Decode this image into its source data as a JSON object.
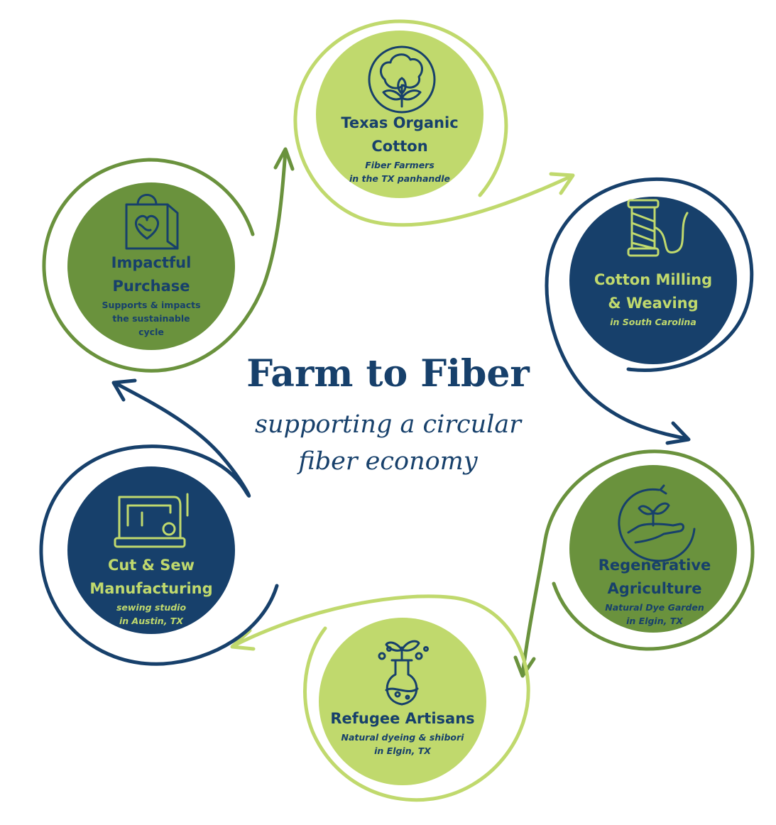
{
  "title": "Farm to Fiber",
  "subtitle_line1": "supporting a circular",
  "subtitle_line2": "fiber economy",
  "colors": {
    "navy": "#17406b",
    "green": "#6a923d",
    "light_green": "#c0d96d",
    "white": "#ffffff"
  },
  "nodes": [
    {
      "id": "cotton",
      "icon": "cotton-plant-icon",
      "title_line1": "Texas Organic",
      "title_line2": "Cotton",
      "sub_line1": "Fiber Farmers",
      "sub_line2": "in the TX panhandle"
    },
    {
      "id": "milling",
      "icon": "thread-spool-icon",
      "title_line1": "Cotton Milling",
      "title_line2": "& Weaving",
      "sub_line1": "in South Carolina",
      "sub_line2": ""
    },
    {
      "id": "regen",
      "icon": "hand-seedling-icon",
      "title_line1": "Regenerative",
      "title_line2": "Agriculture",
      "sub_line1": "Natural Dye Garden",
      "sub_line2": "in Elgin, TX"
    },
    {
      "id": "refugee",
      "icon": "dye-flask-icon",
      "title_line1": "Refugee Artisans",
      "title_line2": "",
      "sub_line1": "Natural dyeing & shibori",
      "sub_line2": "in Elgin, TX"
    },
    {
      "id": "cutsew",
      "icon": "sewing-machine-icon",
      "title_line1": "Cut & Sew",
      "title_line2": "Manufacturing",
      "sub_line1": "sewing studio",
      "sub_line2": "in Austin, TX"
    },
    {
      "id": "purchase",
      "icon": "shopping-bag-heart-icon",
      "title_line1": "Impactful",
      "title_line2": "Purchase",
      "sub_line1": "Supports & impacts",
      "sub_line2": "the sustainable",
      "sub_line3": "cycle"
    }
  ]
}
